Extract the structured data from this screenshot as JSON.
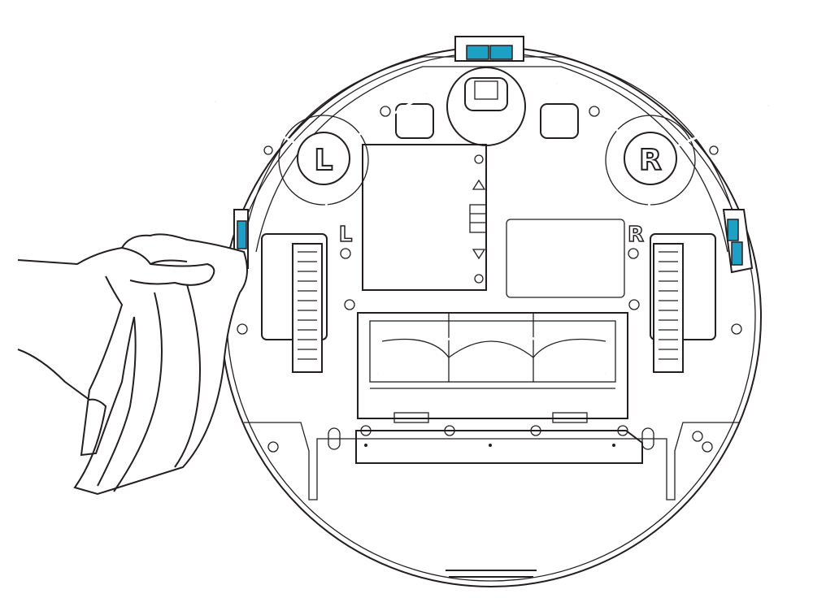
{
  "diagram": {
    "labels": {
      "brush_left": "L",
      "brush_right": "R",
      "wheel_left": "L",
      "wheel_right": "R"
    },
    "colors": {
      "sensor": "#1e9fc4",
      "line": "#231f20"
    }
  }
}
